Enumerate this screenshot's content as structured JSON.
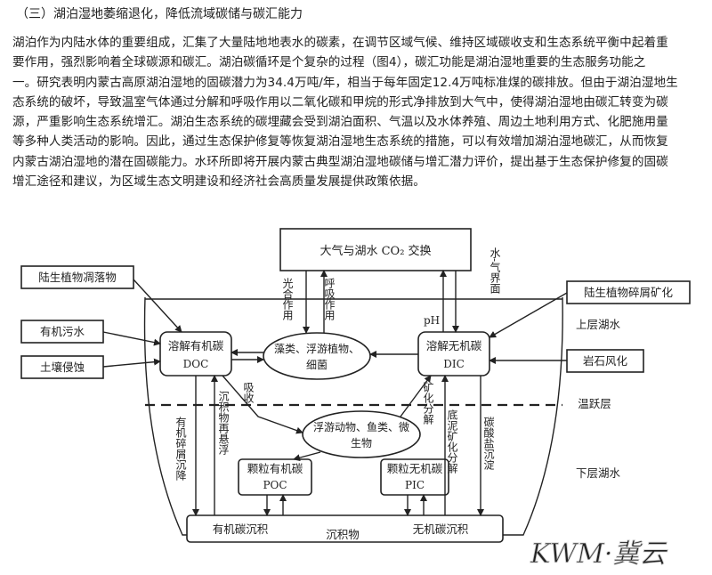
{
  "section_title": "（三）湖泊湿地萎缩退化，降低流域碳储与碳汇能力",
  "paragraph_lines": [
    "湖泊作为内陆水体的重要组成，汇集了大量陆地地表水的碳素，在调节区域气候、维持区域碳收支和生态系统平衡中起着重",
    "要作用，强烈影响着全球碳源和碳汇。湖泊碳循环是个复杂的过程（图4），碳汇功能是湖泊湿地重要的生态服务功能之",
    "一。研究表明内蒙古高原湖泊湿地的固碳潜力为34.4万吨/年，相当于每年固定12.4万吨标准煤的碳排放。但由于湖泊湿地生",
    "态系统的破坏，导致温室气体通过分解和呼吸作用以二氧化碳和甲烷的形式净排放到大气中，使得湖泊湿地由碳汇转变为碳",
    "源，严重影响生态系统增汇。湖泊生态系统的碳埋藏会受到湖泊面积、气温以及水体养殖、周边土地利用方式、化肥施用量",
    "等多种人类活动的影响。因此，通过生态保护修复等恢复湖泊湿地生态系统的措施，可以有效增加湖泊湿地碳汇，从而恢复",
    "内蒙古湖泊湿地的潜在固碳能力。水环所即将开展内蒙古典型湖泊湿地碳储与增汇潜力评价，提出基于生态保护修复的固碳",
    "增汇途径和建议，为区域生态文明建设和经济社会高质量发展提供政策依据。"
  ],
  "diagram": {
    "atm_box": "大气与湖水 CO₂ 交换",
    "interface_label": "水-气界面",
    "land_litter": "陆生植物凋落物",
    "organic_sewage": "有机污水",
    "soil_erosion": "土壤侵蚀",
    "land_detritus": "陆生植物碎屑矿化",
    "rock_weathering": "岩石风化",
    "doc_title": "溶解有机碳",
    "doc_abbr": "DOC",
    "dic_title": "溶解无机碳",
    "dic_abbr": "DIC",
    "algae_line1": "藻类、浮游植物、",
    "algae_line2": "细菌",
    "zoo_line1": "浮游动物、鱼类、微",
    "zoo_line2": "生物",
    "poc_title": "颗粒有机碳",
    "poc_abbr": "POC",
    "pic_title": "颗粒无机碳",
    "pic_abbr": "PIC",
    "sed_organic": "有机碳沉积",
    "sed_main": "沉积物",
    "sed_inorganic": "无机碳沉积",
    "photosynthesis": "光合作用",
    "respiration": "呼吸作用",
    "ph": "pH",
    "absorb": "吸收",
    "mineral_decomp": "矿化分解",
    "organic_detritus_settle": "有机碎屑沉降",
    "sed_resuspend": "沉积物再悬浮",
    "bottom_mud": "底泥矿化分解",
    "carbonate_settle": "碳酸盐沉淀",
    "upper_lake": "上层湖水",
    "thermocline": "温跃层",
    "lower_lake": "下层湖水"
  },
  "watermark": "KWM·冀云"
}
